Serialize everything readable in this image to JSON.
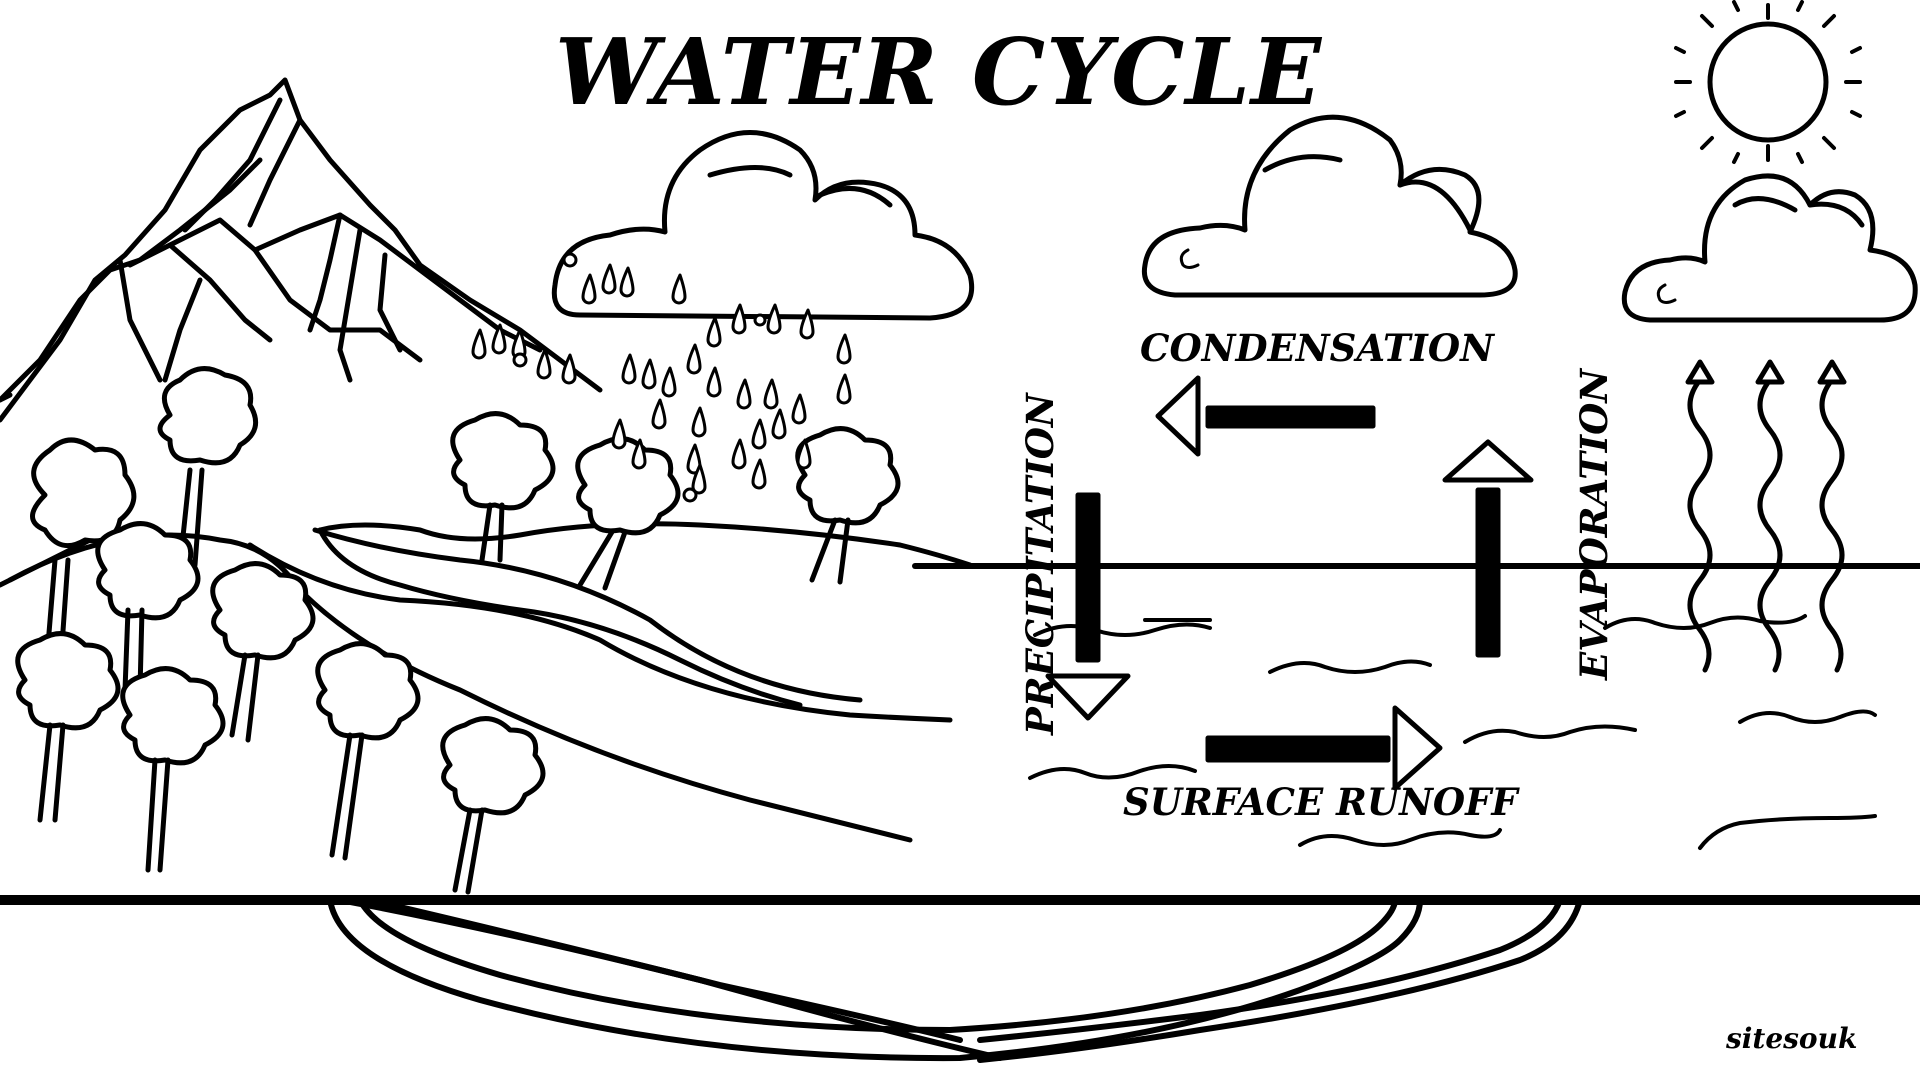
{
  "diagram": {
    "title": "WATER CYCLE",
    "labels": {
      "condensation": "CONDENSATION",
      "precipitation": "PRECIPITATION",
      "evaporation": "EVAPORATION",
      "surface_runoff": "SURFACE RUNOFF"
    },
    "credit": "sitesouk"
  },
  "icons": [
    "mountain-icon",
    "rain-cloud-icon",
    "cloud-icon",
    "sun-icon",
    "tree-icon",
    "raindrop-icon",
    "arrow-icon",
    "wavy-evaporation-icon"
  ],
  "colors": {
    "ink": "#000000",
    "paper": "#ffffff"
  }
}
